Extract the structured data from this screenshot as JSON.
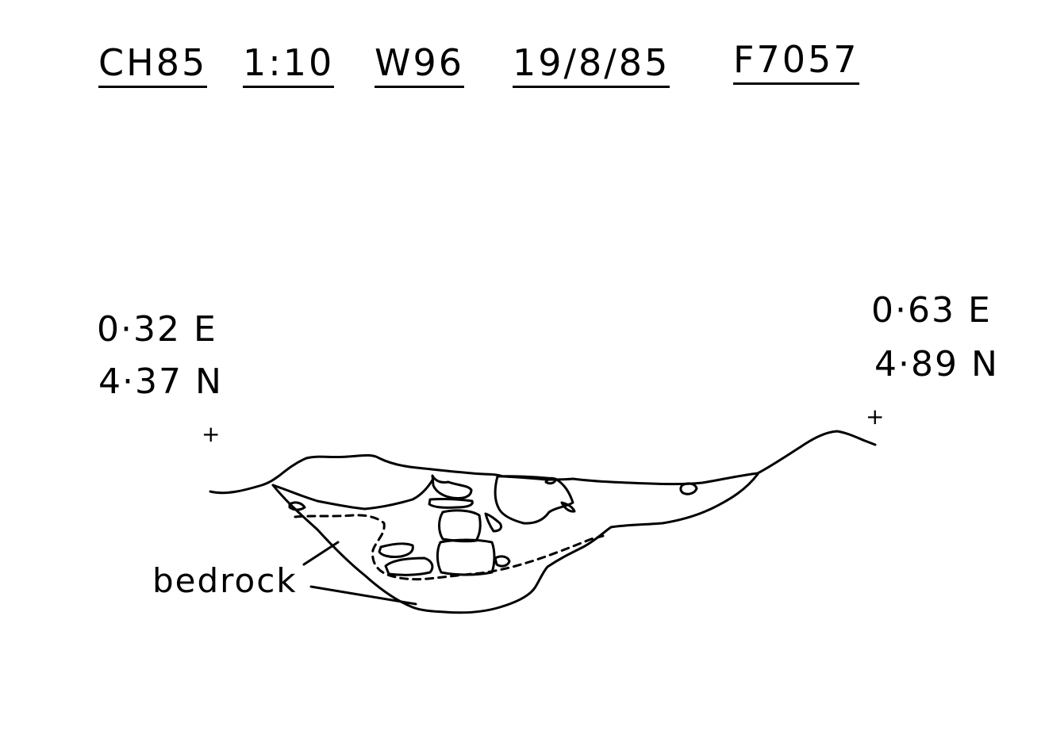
{
  "header": {
    "site": "CH85",
    "scale": "1:10",
    "section": "W96",
    "date": "19/8/85",
    "feature": "F7057"
  },
  "left_point": {
    "easting": "0·32 E",
    "northing": "4·37 N",
    "marker": "+"
  },
  "right_point": {
    "easting": "0·63 E",
    "northing": "4·89 N",
    "marker": "+"
  },
  "annotation": {
    "label": "bedrock"
  }
}
